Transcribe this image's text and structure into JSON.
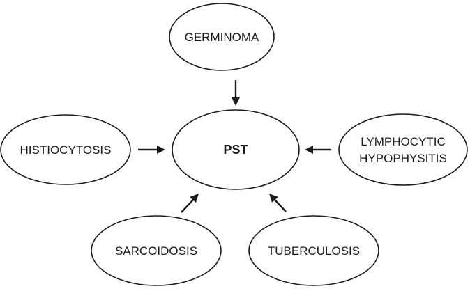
{
  "center": {
    "label": "PST"
  },
  "nodes": {
    "germinoma": {
      "label": "GERMINOMA"
    },
    "histiocytosis": {
      "label": "HISTIOCYTOSIS"
    },
    "lymphocytic_hypophysitis": {
      "line1": "LYMPHOCYTIC",
      "line2": "HYPOPHYSITIS"
    },
    "sarcoidosis": {
      "label": "SARCOIDOSIS"
    },
    "tuberculosis": {
      "label": "TUBERCULOSIS"
    }
  },
  "colors": {
    "stroke": "#1a1a1a",
    "background": "#ffffff"
  }
}
